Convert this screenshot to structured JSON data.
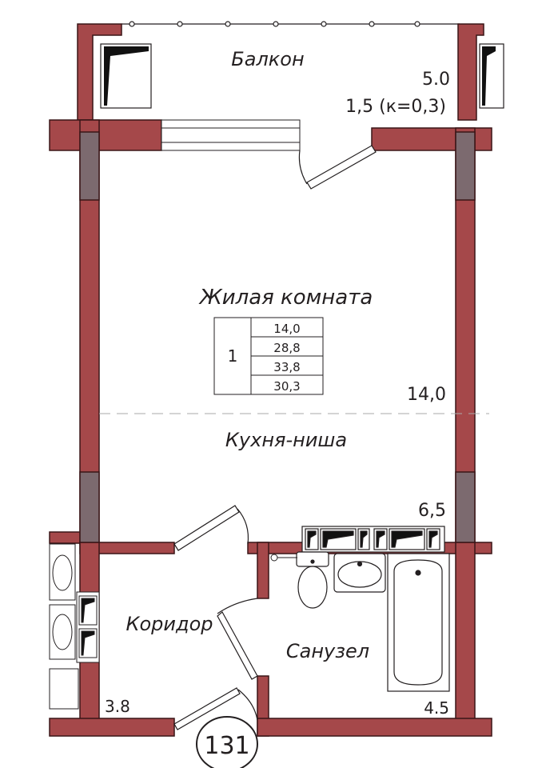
{
  "rooms": {
    "balcony": {
      "name": "Балкон",
      "area": "5.0",
      "reduced": "1,5 (к=0,3)"
    },
    "living": {
      "name": "Жилая комната",
      "area": "14,0"
    },
    "kitchen": {
      "name": "Кухня-ниша",
      "area": "6,5"
    },
    "corridor": {
      "name": "Коридор",
      "area": "3.8"
    },
    "bathroom": {
      "name": "Санузел",
      "area": "4.5"
    }
  },
  "summary": {
    "rooms_count": "1",
    "values": [
      "14,0",
      "28,8",
      "33,8",
      "30,3"
    ]
  },
  "apartment_number": "131",
  "colors": {
    "wall": "#a5484a",
    "wall_stroke": "#3a1517",
    "column": "#7c6a6f",
    "line": "#231f20"
  }
}
